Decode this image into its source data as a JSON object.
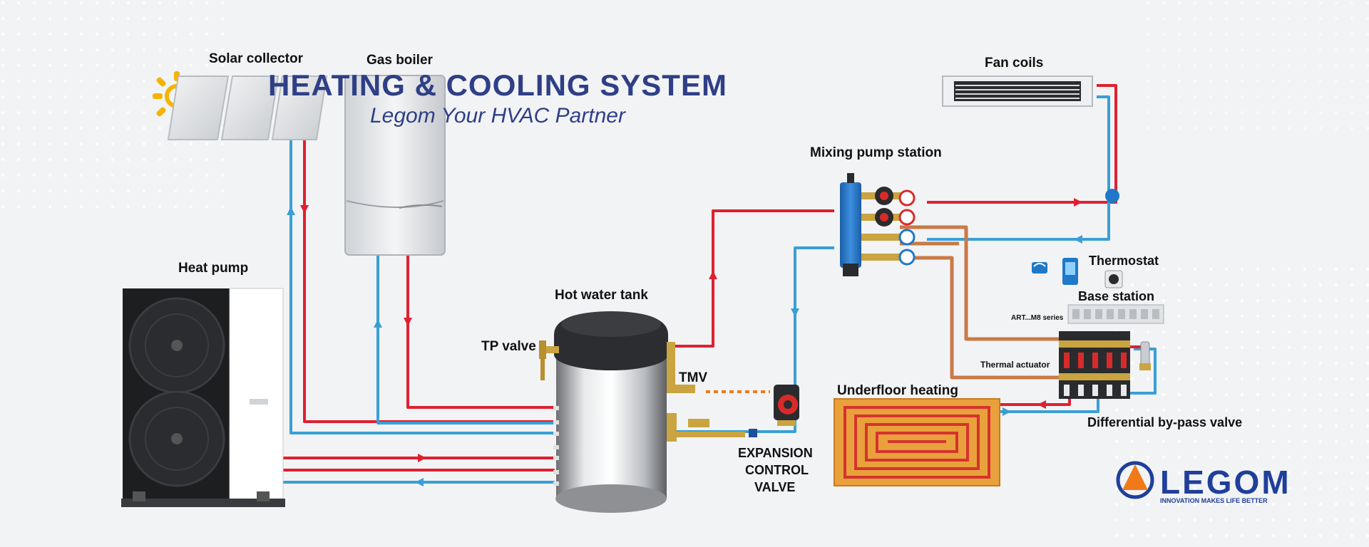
{
  "header": {
    "title": "HEATING & COOLING SYSTEM",
    "subtitle": "Legom Your HVAC Partner"
  },
  "components": {
    "solar_collector": "Solar collector",
    "gas_boiler": "Gas boiler",
    "fan_coils": "Fan coils",
    "mixing_pump_station": "Mixing pump station",
    "heat_pump": "Heat pump",
    "hot_water_tank": "Hot water tank",
    "tp_valve": "TP valve",
    "tmv": "TMV",
    "expansion_line1": "EXPANSION",
    "expansion_line2": "CONTROL",
    "expansion_line3": "VALVE",
    "thermostat": "Thermostat",
    "base_station": "Base station",
    "art_series": "ART...M8 series",
    "thermal_actuator": "Thermal actuator",
    "underfloor_heating": "Underfloor heating",
    "bypass_valve": "Differential by-pass valve"
  },
  "brand": {
    "name": "LEGOM",
    "tagline": "INNOVATION MAKES LIFE BETTER"
  },
  "colors": {
    "hot_pipe": "#e02030",
    "cold_pipe": "#3a9fd6",
    "copper_pipe": "#c87a45",
    "title": "#2f3f86",
    "brand": "#1f3f9a",
    "accent": "#f07a1a"
  }
}
